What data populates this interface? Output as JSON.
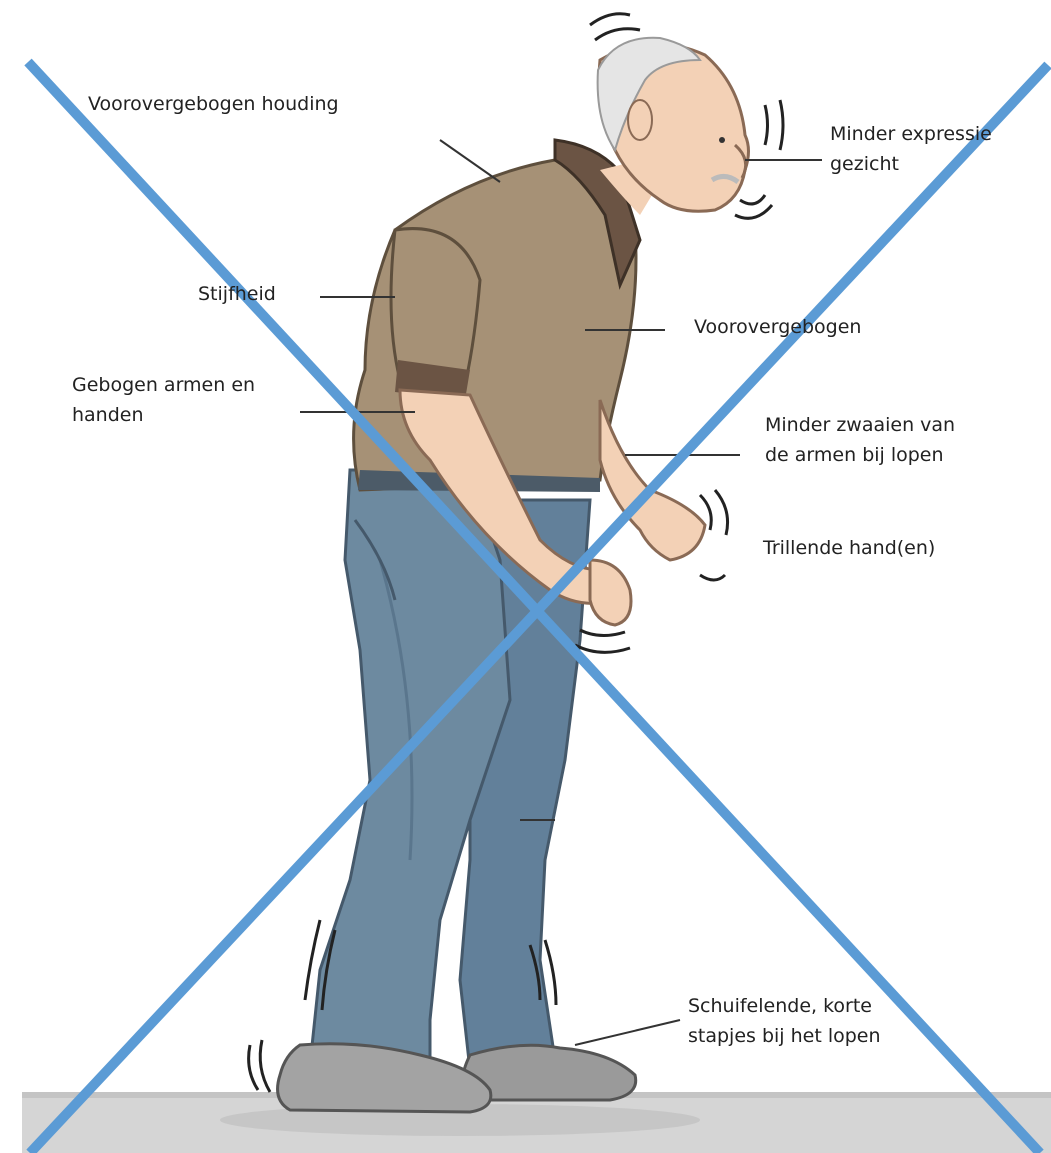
{
  "labels": {
    "houding": "Voorovergebogen houding",
    "gezicht": [
      "Minder expressie",
      "gezicht"
    ],
    "stijfheid": "Stijfheid",
    "voorover": "Voorovergebogen",
    "armen": [
      "Gebogen armen en",
      "handen"
    ],
    "zwaaien": [
      "Minder zwaaien van",
      "de armen bij lopen"
    ],
    "trillen": "Trillende hand(en)",
    "stapjes": [
      "Schuifelende, korte",
      "stapjes bij het lopen"
    ]
  },
  "icons": [
    "elderly-man-walking-illustration",
    "cross-out-mark"
  ],
  "colors": {
    "cross": "#5b9bd5",
    "shirt": "#a69176",
    "collar": "#6b5444",
    "trousers": "#6d8aa0",
    "shoes": "#9a9a9a",
    "skin": "#f3d1b6",
    "hair": "#e5e5e5",
    "floor": "#d5d5d5",
    "text": "#222222"
  }
}
